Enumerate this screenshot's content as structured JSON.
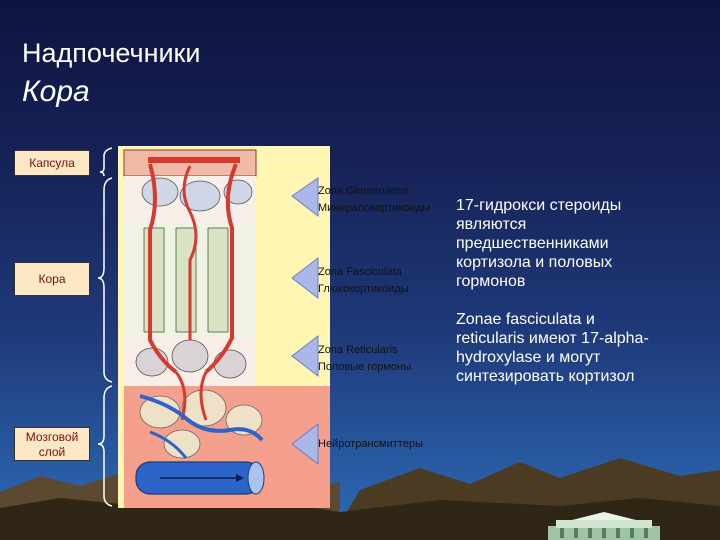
{
  "slide": {
    "title_line1": "Надпочечники",
    "title_line2": "Кора"
  },
  "labels": {
    "capsule": "Капсула",
    "cortex": "Кора",
    "medulla_line1": "Мозговой",
    "medulla_line2": "слой"
  },
  "zones": {
    "glomerulosa_name": "Zona Glomerulosa",
    "glomerulosa_hormones": "Минералокортикоиды",
    "fasciculata_name": "Zona Fasciculata",
    "fasciculata_hormones": "Глюкокортикоиды",
    "reticularis_name": "Zona Reticularis",
    "reticularis_hormones": "Половые гормоны",
    "medulla_hormones": "Нейротрансмиттеры"
  },
  "notes": {
    "precursors": [
      "17-гидрокси стероиды",
      "являются",
      "предшественниками",
      "кортизола и половых",
      "гормонов"
    ],
    "hydroxylase": [
      "Zonae fasciculata и",
      "reticularis имеют 17-alpha-",
      "hydroxylase и могут",
      "синтезировать кортизол"
    ]
  },
  "colors": {
    "background_top": "#0e1440",
    "background_bottom": "#2d6db8",
    "zone_panel": "#fff6b3",
    "medulla_zone": "#f5a08c",
    "vessel_red": "#d63a2f",
    "vessel_blue": "#2d64c8",
    "label_box": "#fde8c6"
  }
}
